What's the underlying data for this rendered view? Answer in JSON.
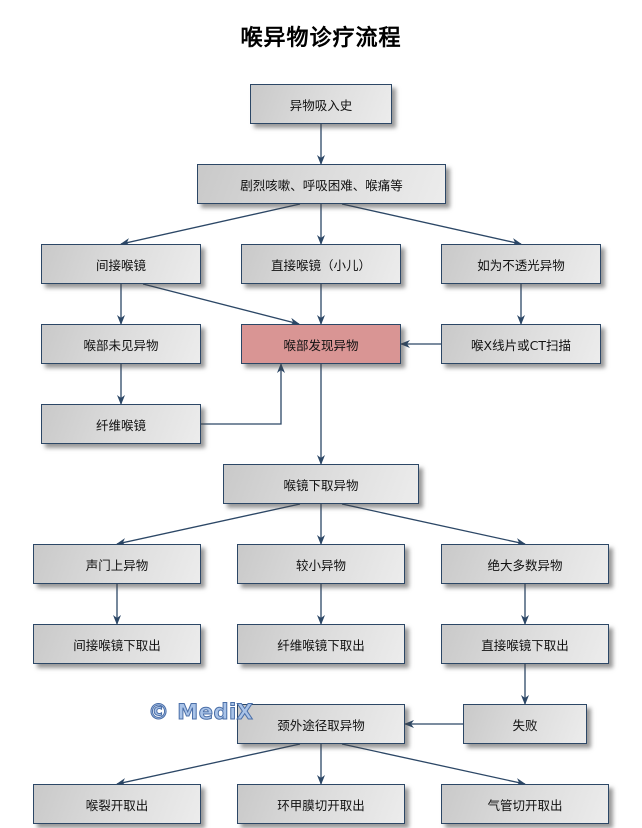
{
  "title": "喉异物诊疗流程",
  "watermark": "© MediX",
  "colors": {
    "node_border": "#2c4766",
    "highlight": "#d99594",
    "edge": "#2c4766"
  },
  "nodes": {
    "history": "异物吸入史",
    "symptoms": "剧烈咳嗽、呼吸困难、喉痛等",
    "indirect_laryngoscopy": "间接喉镜",
    "direct_laryngoscopy_child": "直接喉镜（小儿）",
    "radiopaque": "如为不透光异物",
    "not_found": "喉部未见异物",
    "found": "喉部发现异物",
    "xray_ct": "喉X线片或CT扫描",
    "fiber_laryngoscopy": "纤维喉镜",
    "laryngoscopic_removal": "喉镜下取异物",
    "supraglottic": "声门上异物",
    "smaller": "较小异物",
    "majority": "绝大多数异物",
    "indirect_removal": "间接喉镜下取出",
    "fiber_removal": "纤维喉镜下取出",
    "direct_removal": "直接喉镜下取出",
    "failure": "失败",
    "external_approach": "颈外途径取异物",
    "laryngofissure": "喉裂开取出",
    "cricothyrotomy": "环甲膜切开取出",
    "tracheotomy": "气管切开取出"
  },
  "edges": [
    [
      "history",
      "symptoms"
    ],
    [
      "symptoms",
      "indirect_laryngoscopy"
    ],
    [
      "symptoms",
      "direct_laryngoscopy_child"
    ],
    [
      "symptoms",
      "radiopaque"
    ],
    [
      "indirect_laryngoscopy",
      "not_found"
    ],
    [
      "indirect_laryngoscopy",
      "found"
    ],
    [
      "direct_laryngoscopy_child",
      "found"
    ],
    [
      "radiopaque",
      "xray_ct"
    ],
    [
      "xray_ct",
      "found"
    ],
    [
      "not_found",
      "fiber_laryngoscopy"
    ],
    [
      "fiber_laryngoscopy",
      "found"
    ],
    [
      "found",
      "laryngoscopic_removal"
    ],
    [
      "laryngoscopic_removal",
      "supraglottic"
    ],
    [
      "laryngoscopic_removal",
      "smaller"
    ],
    [
      "laryngoscopic_removal",
      "majority"
    ],
    [
      "supraglottic",
      "indirect_removal"
    ],
    [
      "smaller",
      "fiber_removal"
    ],
    [
      "majority",
      "direct_removal"
    ],
    [
      "direct_removal",
      "failure"
    ],
    [
      "failure",
      "external_approach"
    ],
    [
      "external_approach",
      "laryngofissure"
    ],
    [
      "external_approach",
      "cricothyrotomy"
    ],
    [
      "external_approach",
      "tracheotomy"
    ]
  ]
}
